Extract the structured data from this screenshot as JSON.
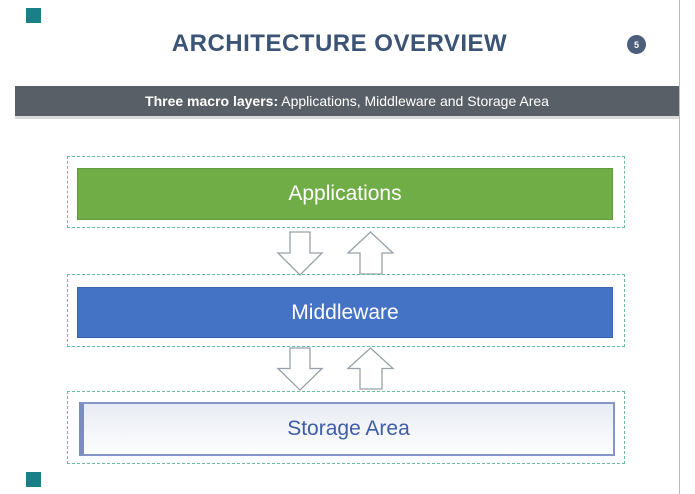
{
  "slide": {
    "title": "ARCHITECTURE OVERVIEW",
    "page_number": "5",
    "banner": {
      "bold": "Three macro layers:",
      "rest": " Applications, Middleware and Storage Area"
    }
  },
  "layers": [
    {
      "label": "Applications",
      "fill": "#70AD47",
      "text_color": "#FFFFFF"
    },
    {
      "label": "Middleware",
      "fill": "#4472C4",
      "text_color": "#FFFFFF"
    },
    {
      "label": "Storage Area",
      "fill": "linear-gradient #E7EBF3 to #FCFDFE",
      "text_color": "#3D5DA8"
    }
  ],
  "icons": {
    "down_arrow": "outlined block arrow pointing down",
    "up_arrow": "outlined block arrow pointing up",
    "corner_accent": "teal square"
  },
  "colors": {
    "title": "#3B5374",
    "badge": "#4D5F7B",
    "banner_bg": "#595F66",
    "dashed_border": "#6CBEA0",
    "accent_teal": "#1B7F87",
    "arrow_stroke": "#97A0A8",
    "right_edge_line": "#B9BCBE"
  }
}
